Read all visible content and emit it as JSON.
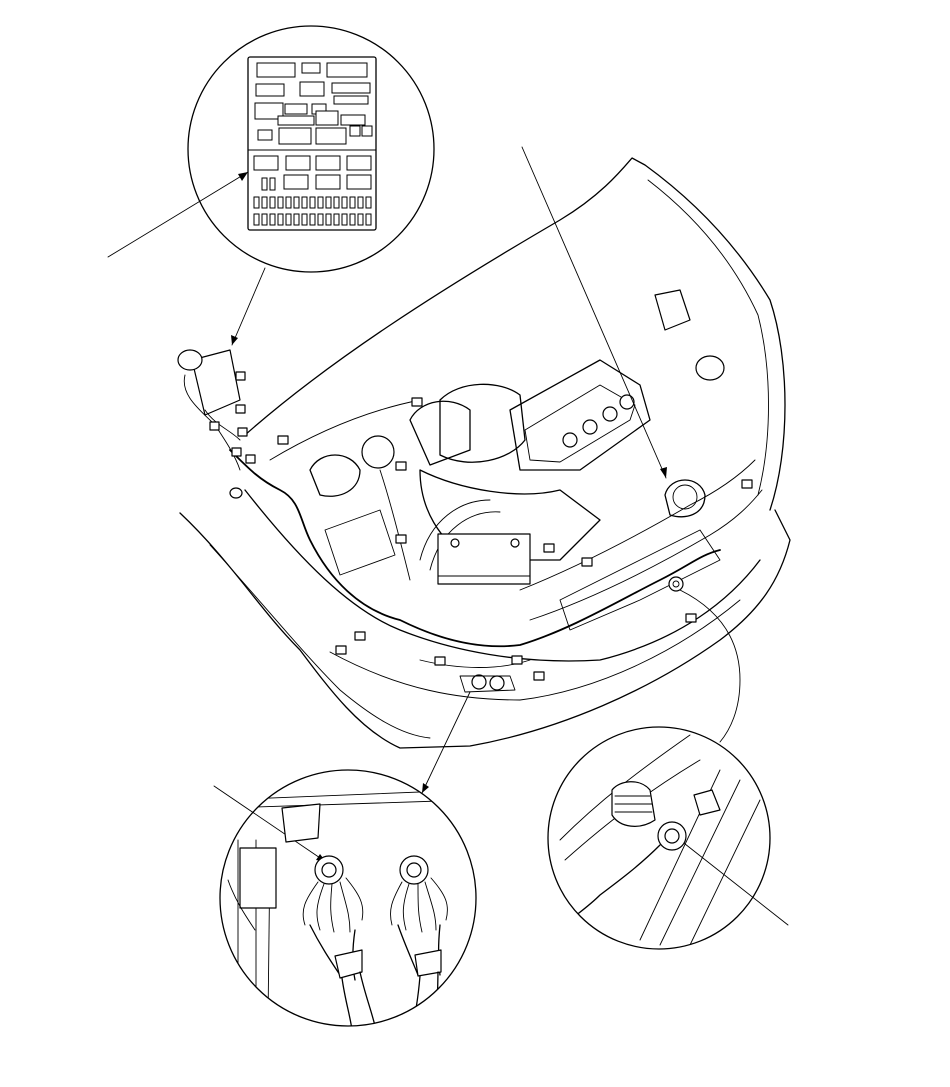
{
  "diagram": {
    "views": [
      {
        "name": "fuse-relay-box-detail"
      },
      {
        "name": "engine-compartment-overview"
      },
      {
        "name": "ground-terminal-detail-left"
      },
      {
        "name": "ground-terminal-detail-right"
      }
    ],
    "colors": {
      "line": "#000000",
      "background": "#ffffff"
    }
  }
}
